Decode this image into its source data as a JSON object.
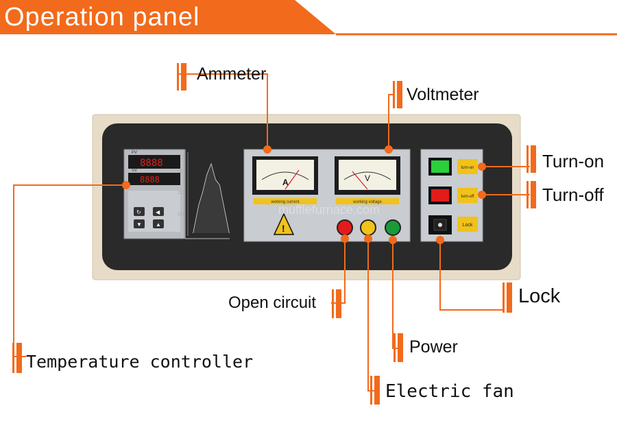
{
  "title": "Operation panel",
  "watermark": "mufflefurnace.com",
  "callouts": {
    "ammeter": "Ammeter",
    "voltmeter": "Voltmeter",
    "turn_on": "Turn-on",
    "turn_off": "Turn-off",
    "lock": "Lock",
    "open_circuit": "Open circuit",
    "power": "Power",
    "electric_fan": "Electric fan",
    "temperature_controller": "Temperature controller"
  },
  "panel": {
    "ammeter_unit": "A",
    "voltmeter_unit": "V",
    "ammeter_label": "working current",
    "voltmeter_label": "working voltage",
    "turn_on_key": "turn-on",
    "turn_off_key": "turn-off",
    "lock_key": "Lock",
    "controller_pv": "PV",
    "controller_sv": "SV",
    "controller_pv_display": "8888",
    "controller_sv_display": "8888",
    "chart_ticks": [
      "3C",
      "2C",
      "1C"
    ]
  },
  "colors": {
    "accent": "#f26a1b",
    "panel_frame": "#e6dcc8",
    "panel_face": "#2a2a2a",
    "meter_plate": "#c9ccd1",
    "red_lamp": "#e21b1b",
    "yellow_lamp": "#f0c21a",
    "green_lamp": "#1a9a3a"
  }
}
